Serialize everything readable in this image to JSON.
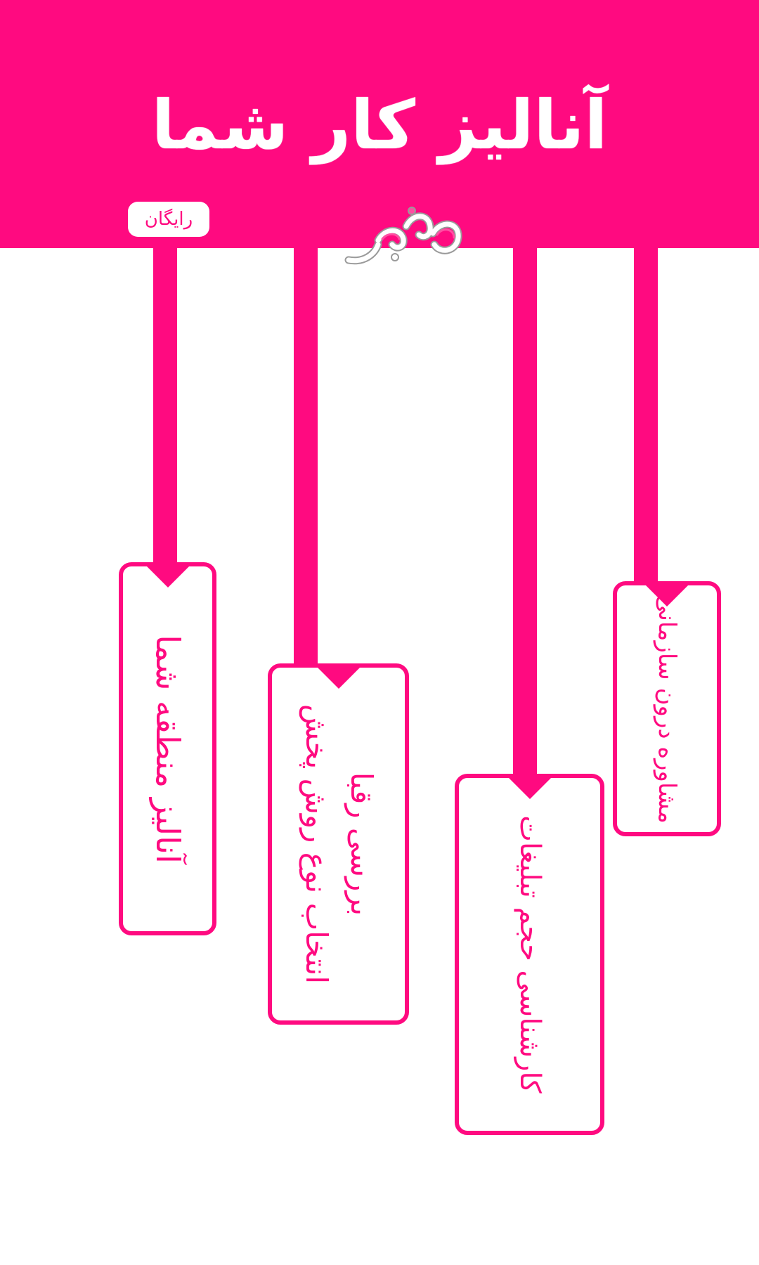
{
  "header": {
    "title": "آنالیز کار شما",
    "badge": "رایگان",
    "background_color": "#ff0a80"
  },
  "logo": {
    "icon": "brand-logo-icon"
  },
  "cards": [
    {
      "lines": [
        "آنالیز منطقه شما"
      ]
    },
    {
      "lines": [
        "بررسی رقبا",
        "انتخاب نوع روش پخش"
      ]
    },
    {
      "lines": [
        "کارشناسی حجم تبلیغات"
      ]
    },
    {
      "lines": [
        "مشاوره درون سازمانی"
      ]
    }
  ]
}
